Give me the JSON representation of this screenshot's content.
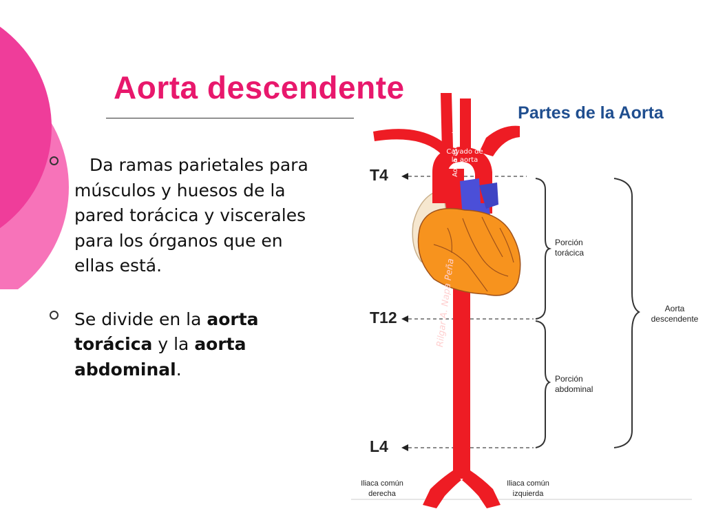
{
  "slide": {
    "title": "Aorta descendente",
    "accent_color": "#e8186c",
    "bullets": [
      {
        "text": "Da ramas parietales para músculos y huesos de la pared torácica y viscerales para los órganos que en ellas está."
      },
      {
        "pre": "Se divide en la ",
        "b1": "aorta torácica",
        "mid": " y la ",
        "b2": "aorta abdominal",
        "post": "."
      }
    ]
  },
  "diagram": {
    "title": "Partes de la Aorta",
    "vertebrae": {
      "t4": "T4",
      "t12": "T12",
      "l4": "L4"
    },
    "labels": {
      "arch": "Cayado de la aorta",
      "ascending": "Aorta ascendente",
      "thoracic": "Porción torácica",
      "abdominal": "Porción abdominal",
      "descending": "Aorta descendente",
      "iliac_right": "Iliaca común derecha",
      "iliac_left": "Iliaca común izquierda",
      "signature": "Rilgar A. Napa Peña"
    },
    "colors": {
      "aorta": "#ee1c24",
      "heart": "#f7931e",
      "vein": "#4b4fd8",
      "title": "#1f4e8f"
    }
  }
}
